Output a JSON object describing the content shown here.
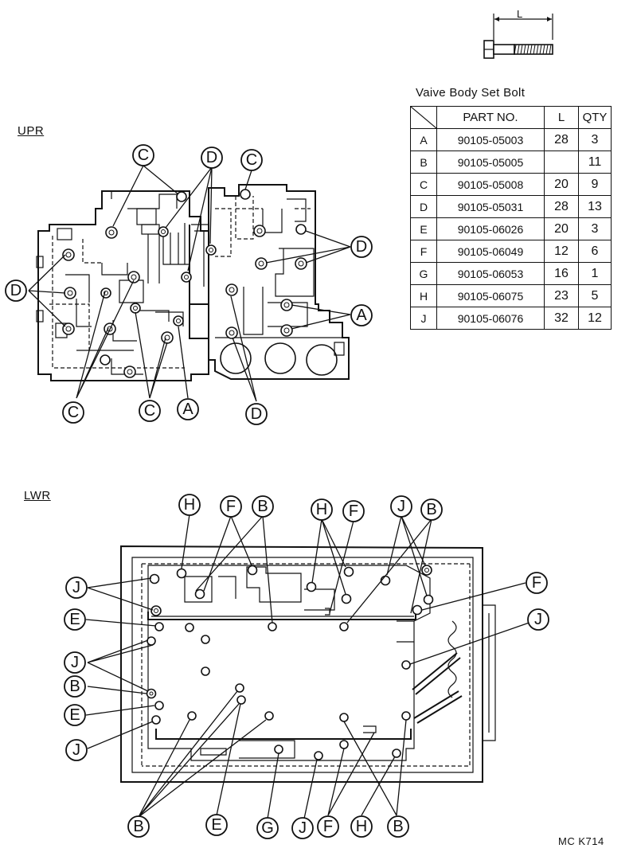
{
  "dimension_label": "L",
  "table": {
    "title": "Vaive Body Set Bolt",
    "headers": [
      "",
      "PART NO.",
      "L",
      "QTY"
    ],
    "rows": [
      {
        "letter": "A",
        "part": "90105-05003",
        "length": "28",
        "qty": "3"
      },
      {
        "letter": "B",
        "part": "90105-05005",
        "length": "",
        "qty": "11"
      },
      {
        "letter": "C",
        "part": "90105-05008",
        "length": "20",
        "qty": "9"
      },
      {
        "letter": "D",
        "part": "90105-05031",
        "length": "28",
        "qty": "13"
      },
      {
        "letter": "E",
        "part": "90105-06026",
        "length": "20",
        "qty": "3"
      },
      {
        "letter": "F",
        "part": "90105-06049",
        "length": "12",
        "qty": "6"
      },
      {
        "letter": "G",
        "part": "90105-06053",
        "length": "16",
        "qty": "1"
      },
      {
        "letter": "H",
        "part": "90105-06075",
        "length": "23",
        "qty": "5"
      },
      {
        "letter": "J",
        "part": "90105-06076",
        "length": "32",
        "qty": "12"
      }
    ]
  },
  "upper": {
    "label": "UPR",
    "callouts": [
      {
        "id": "c1",
        "letter": "C"
      },
      {
        "id": "c2",
        "letter": "D"
      },
      {
        "id": "c3",
        "letter": "C"
      },
      {
        "id": "c4",
        "letter": "D"
      },
      {
        "id": "c5",
        "letter": "D"
      },
      {
        "id": "c6",
        "letter": "A"
      },
      {
        "id": "c7",
        "letter": "C"
      },
      {
        "id": "c8",
        "letter": "C"
      },
      {
        "id": "c9",
        "letter": "A"
      },
      {
        "id": "c10",
        "letter": "D"
      }
    ]
  },
  "lower": {
    "label": "LWR",
    "callouts": [
      {
        "id": "l1",
        "letter": "H"
      },
      {
        "id": "l2",
        "letter": "F"
      },
      {
        "id": "l3",
        "letter": "B"
      },
      {
        "id": "l4",
        "letter": "H"
      },
      {
        "id": "l5",
        "letter": "F"
      },
      {
        "id": "l6",
        "letter": "J"
      },
      {
        "id": "l7",
        "letter": "B"
      },
      {
        "id": "l8",
        "letter": "J"
      },
      {
        "id": "l9",
        "letter": "F"
      },
      {
        "id": "l10",
        "letter": "E"
      },
      {
        "id": "l11",
        "letter": "J"
      },
      {
        "id": "l12",
        "letter": "J"
      },
      {
        "id": "l13",
        "letter": "B"
      },
      {
        "id": "l14",
        "letter": "E"
      },
      {
        "id": "l15",
        "letter": "J"
      },
      {
        "id": "l16",
        "letter": "B"
      },
      {
        "id": "l17",
        "letter": "E"
      },
      {
        "id": "l18",
        "letter": "G"
      },
      {
        "id": "l19",
        "letter": "J"
      },
      {
        "id": "l20",
        "letter": "F"
      },
      {
        "id": "l21",
        "letter": "H"
      },
      {
        "id": "l22",
        "letter": "B"
      }
    ]
  },
  "footer_code": "MC  K714"
}
